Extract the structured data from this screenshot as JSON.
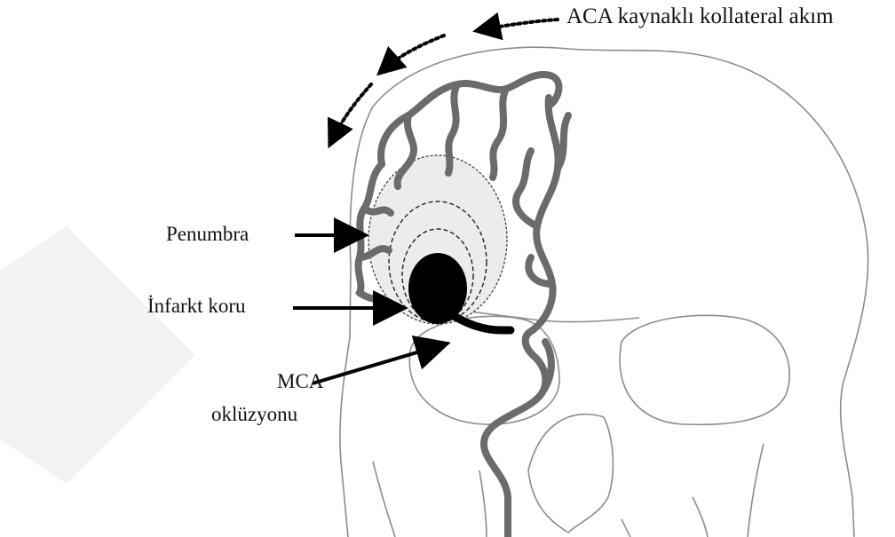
{
  "labels": {
    "aca_collateral": "ACA kaynaklı kollateral akım",
    "penumbra": "Penumbra",
    "infarct_core": "İnfarkt koru",
    "mca_line1": "MCA",
    "mca_line2": "oklüzyonu"
  },
  "colors": {
    "skull_outline": "#8a8a8a",
    "vessel": "#6b6b6b",
    "penumbra_fill": "#ececec",
    "core": "#000000",
    "arrow": "#000000",
    "watermark": "#f0f0f0"
  }
}
